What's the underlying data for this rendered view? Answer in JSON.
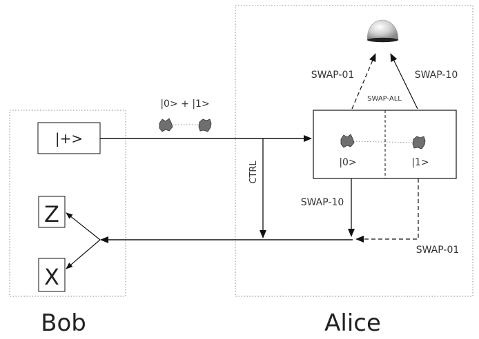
{
  "regions": {
    "bob": "Bob",
    "alice": "Alice"
  },
  "bob": {
    "input_state": "|+>",
    "measure_z": "Z",
    "measure_x": "X"
  },
  "qubits": {
    "superposition": "|0> + |1>",
    "slot_zero": "|0>",
    "slot_one": "|1>"
  },
  "labels": {
    "ctrl": "CTRL",
    "swap_01_top": "SWAP-01",
    "swap_10_top": "SWAP-10",
    "swap_all": "SWAP-ALL",
    "swap_10_bottom": "SWAP-10",
    "swap_01_bottom": "SWAP-01"
  },
  "colors": {
    "line": "#111111",
    "region_border": "#888888",
    "qubit_fill": "#6f6f6f",
    "detector_fill": "#c9c9c9"
  },
  "icons": {
    "detector": "dome-detector-icon",
    "qubit": "spiky-qubit-icon"
  }
}
